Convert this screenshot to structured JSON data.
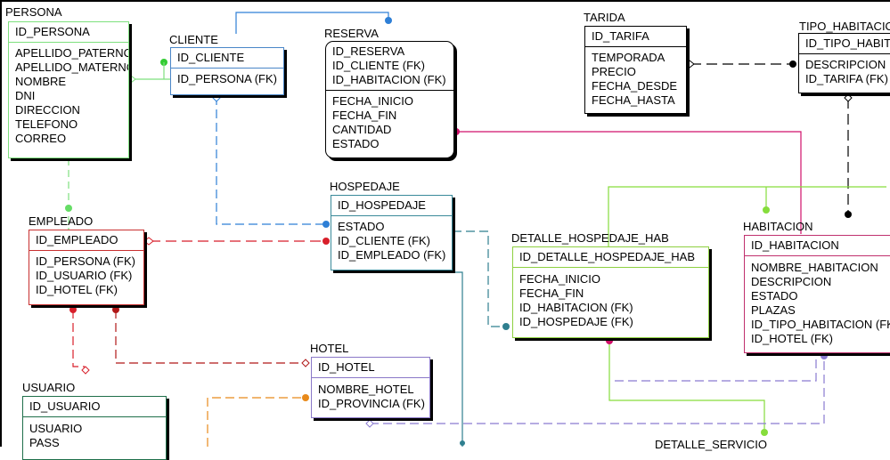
{
  "entities": {
    "persona": {
      "title": "PERSONA",
      "pk": [
        "ID_PERSONA"
      ],
      "attrs": [
        "APELLIDO_PATERNO",
        "APELLIDO_MATERNO",
        "NOMBRE",
        "DNI",
        "DIRECCION",
        "TELEFONO",
        "CORREO"
      ],
      "color": "#7ee07e"
    },
    "cliente": {
      "title": "CLIENTE",
      "pk": [
        "ID_CLIENTE"
      ],
      "attrs": [
        "ID_PERSONA (FK)"
      ],
      "color": "#4a86c8"
    },
    "reserva": {
      "title": "RESERVA",
      "pk": [
        "ID_RESERVA",
        "ID_CLIENTE (FK)",
        "ID_HABITACION (FK)"
      ],
      "attrs": [
        "FECHA_INICIO",
        "FECHA_FIN",
        "CANTIDAD",
        "ESTADO"
      ],
      "color": "#000000"
    },
    "tarida": {
      "title": "TARIDA",
      "pk": [
        "ID_TARIFA"
      ],
      "attrs": [
        "TEMPORADA",
        "PRECIO",
        "FECHA_DESDE",
        "FECHA_HASTA"
      ],
      "color": "#000000"
    },
    "tipo_habitacion": {
      "title": "TIPO_HABITACION",
      "pk": [
        "ID_TIPO_HABITACION"
      ],
      "attrs": [
        "DESCRIPCION",
        "ID_TARIFA (FK)"
      ],
      "color": "#000000"
    },
    "hospedaje": {
      "title": "HOSPEDAJE",
      "pk": [
        "ID_HOSPEDAJE"
      ],
      "attrs": [
        "ESTADO",
        "ID_CLIENTE (FK)",
        "ID_EMPLEADO (FK)"
      ],
      "color": "#3a8a9a"
    },
    "empleado": {
      "title": "EMPLEADO",
      "pk": [
        "ID_EMPLEADO"
      ],
      "attrs": [
        "ID_PERSONA (FK)",
        "ID_USUARIO (FK)",
        "ID_HOTEL (FK)"
      ],
      "color": "#c83030"
    },
    "detalle_hospedaje_hab": {
      "title": "DETALLE_HOSPEDAJE_HAB",
      "pk": [
        "ID_DETALLE_HOSPEDAJE_HAB"
      ],
      "attrs": [
        "FECHA_INICIO",
        "FECHA_FIN",
        "ID_HABITACION (FK)",
        "ID_HOSPEDAJE (FK)"
      ],
      "color": "#8ed040"
    },
    "habitacion": {
      "title": "HABITACION",
      "pk": [
        "ID_HABITACION"
      ],
      "attrs": [
        "NOMBRE_HABITACION",
        "DESCRIPCION",
        "ESTADO",
        "PLAZAS",
        "ID_TIPO_HABITACION (FK)",
        "ID_HOTEL (FK)"
      ],
      "color": "#c0306e"
    },
    "hotel": {
      "title": "HOTEL",
      "pk": [
        "ID_HOTEL"
      ],
      "attrs": [
        "NOMBRE_HOTEL",
        "ID_PROVINCIA (FK)"
      ],
      "color": "#8a78c8"
    },
    "usuario": {
      "title": "USUARIO",
      "pk": [
        "ID_USUARIO"
      ],
      "attrs": [
        "USUARIO",
        "PASS"
      ],
      "color": "#1f6f4a"
    },
    "detalle_servicio": {
      "title": "DETALLE_SERVICIO"
    }
  },
  "colors": {
    "green": "#7ee07e",
    "blue": "#2e7fd6",
    "red": "#d81f2a",
    "dark_red": "#b01818",
    "crimson": "#d0106a",
    "teal": "#2f7f8f",
    "lime": "#86dd3c",
    "purple": "#8a7ad0",
    "orange": "#e88a1a",
    "black": "#000000"
  }
}
